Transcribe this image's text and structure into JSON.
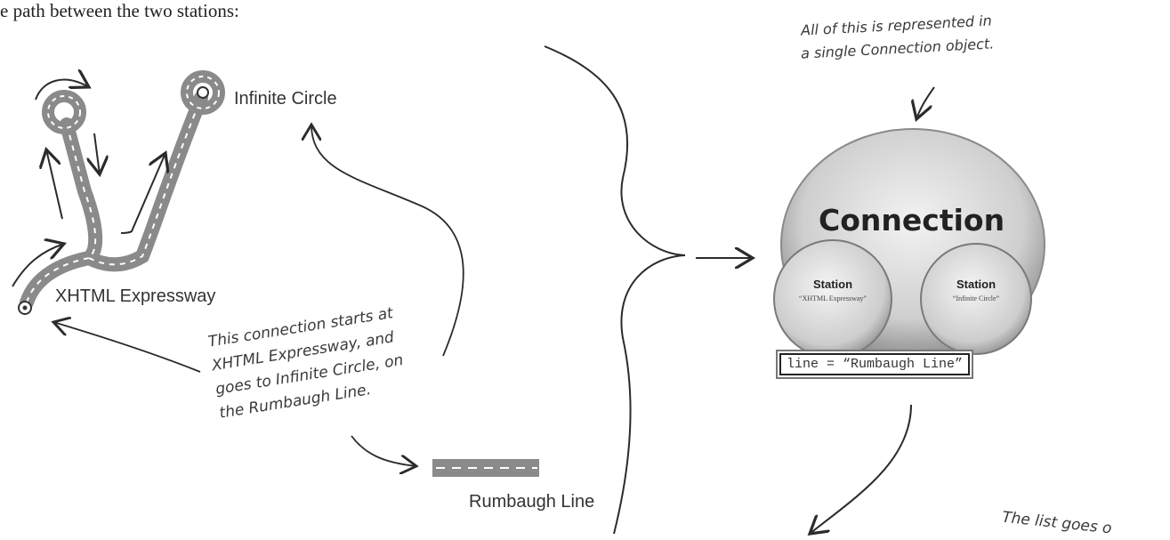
{
  "intro_text": "e path between the two stations:",
  "stations": {
    "infinite_circle": "Infinite Circle",
    "xhtml_expressway": "XHTML Expressway"
  },
  "lines": {
    "rumbaugh": "Rumbaugh Line"
  },
  "annotations": {
    "connection_note": [
      "This connection starts at",
      "XHTML Expressway, and",
      "goes to Infinite Circle, on",
      "the Rumbaugh Line."
    ],
    "object_note": [
      "All of this is represented in",
      "a single Connection object."
    ],
    "list_note": "The list goes o"
  },
  "connection_object": {
    "title": "Connection",
    "station_label": "Station",
    "station_a": "“XHTML Expressway”",
    "station_b": "“Infinite Circle”",
    "line_field": "line = “Rumbaugh Line”"
  },
  "colors": {
    "road": "#8a8a8a",
    "road_dark": "#6f6f6f",
    "ink": "#2b2b2b",
    "bubble": "#cfcfcf"
  }
}
